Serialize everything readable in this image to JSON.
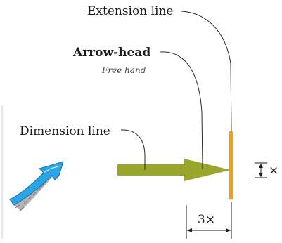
{
  "labels": {
    "extension_line": "Extension line",
    "arrow_head": "Arrow-head",
    "free_hand": "Free hand",
    "dimension_line": "Dimension line",
    "width_dim": "3×",
    "height_dim": "×"
  },
  "colors": {
    "dimension_arrow": "#9aa52c",
    "extension_line": "#f0a020",
    "freehand_arrow": "#2aa6e8",
    "freehand_shadow": "#8a8a8a",
    "leader_line": "#2a2a2a",
    "text": "#1a1a1a"
  },
  "icons": {
    "freehand_arrow": "freehand-arrow-icon"
  }
}
